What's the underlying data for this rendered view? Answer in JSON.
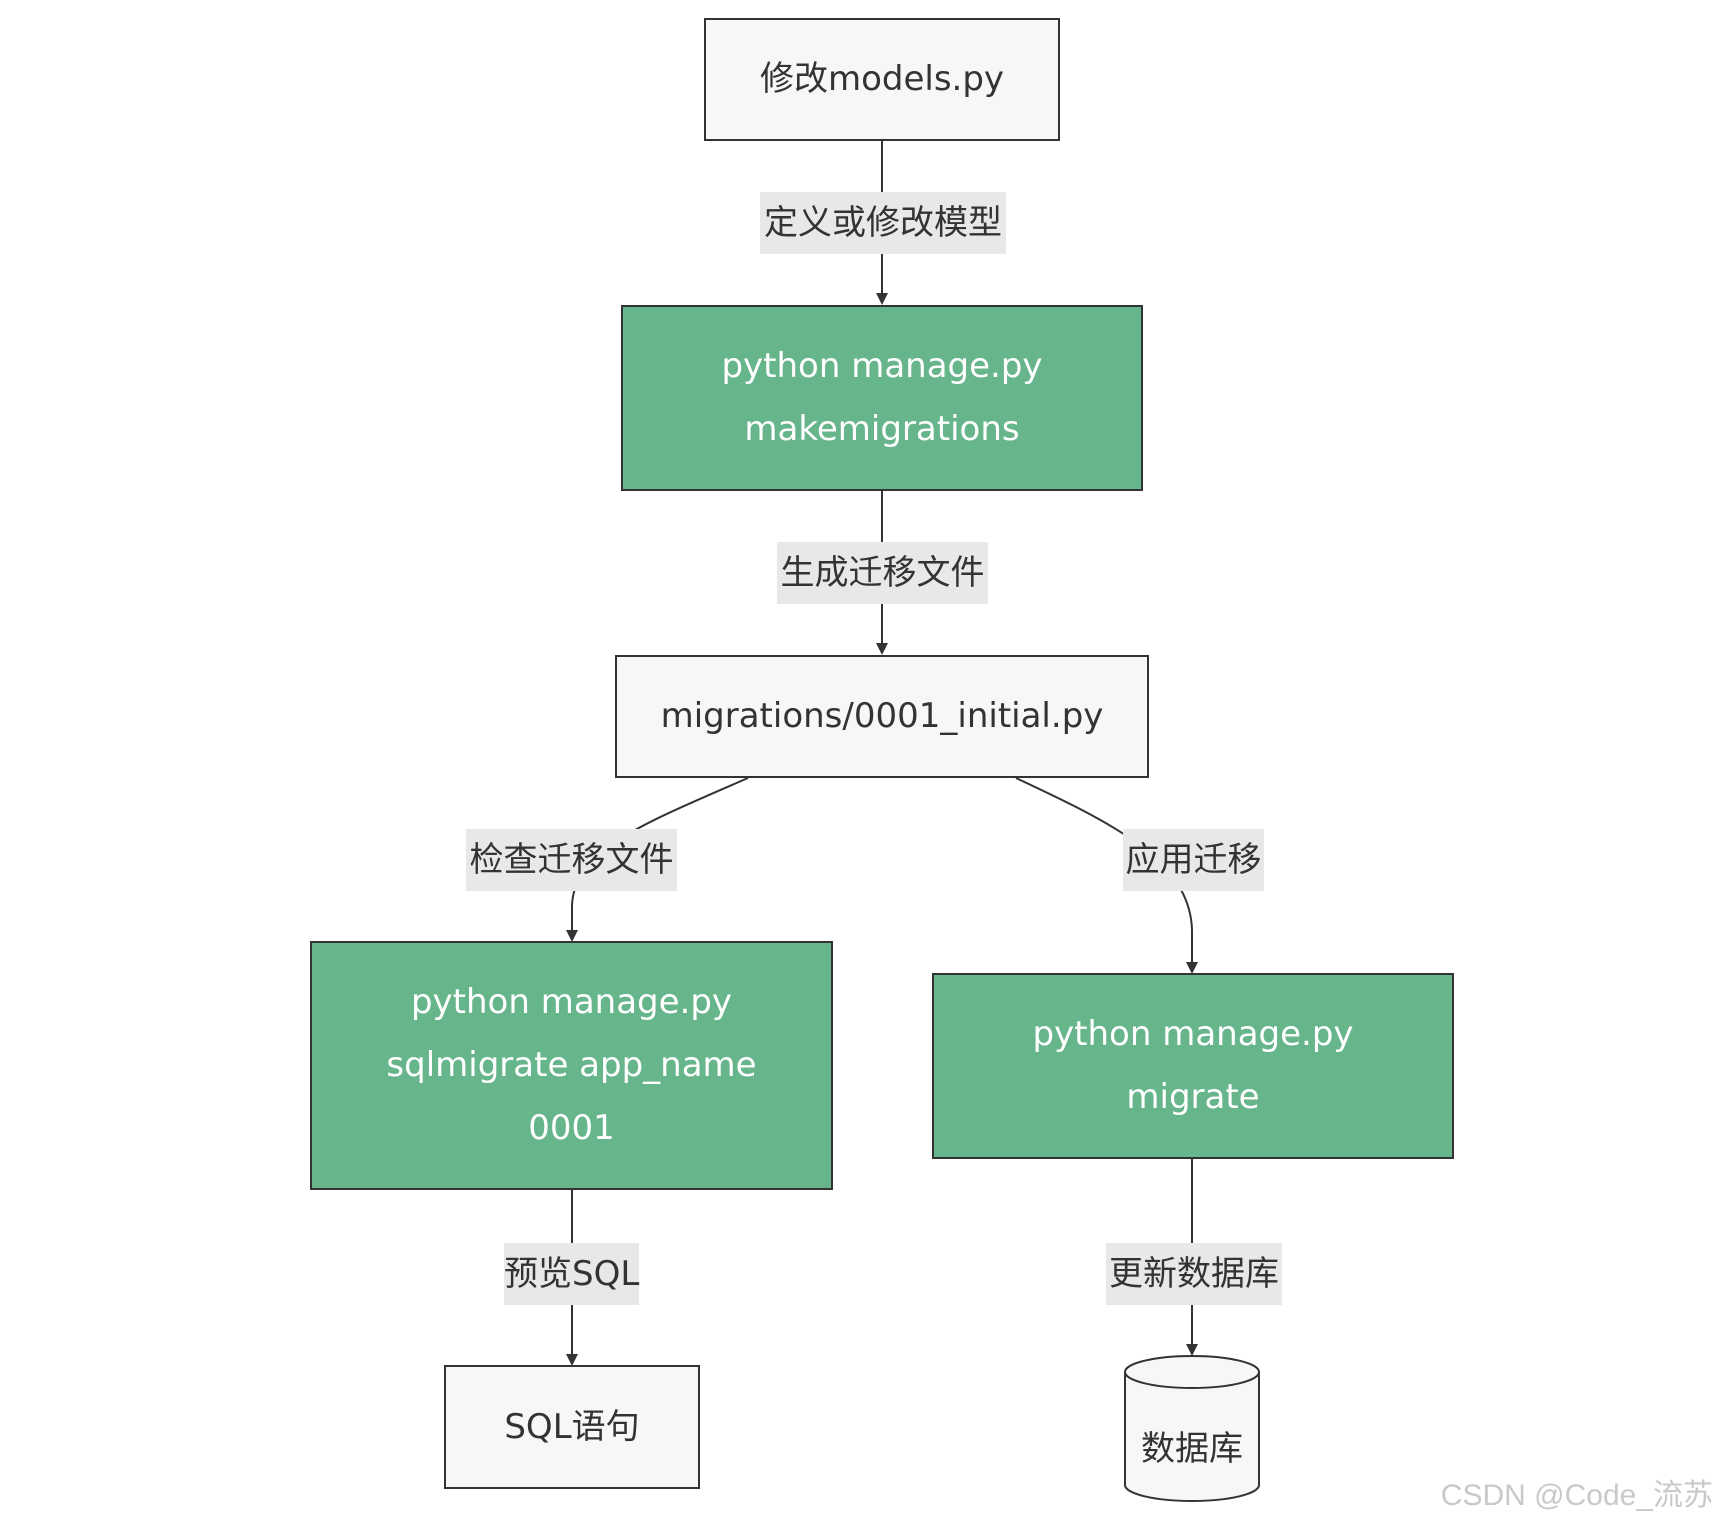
{
  "nodes": {
    "models": {
      "label": "修改models.py"
    },
    "makemigrations": {
      "lines": [
        "python manage.py",
        "makemigrations"
      ]
    },
    "migration_file": {
      "label": "migrations/0001_initial.py"
    },
    "sqlmigrate": {
      "lines": [
        "python manage.py",
        "sqlmigrate app_name",
        "0001"
      ]
    },
    "migrate": {
      "lines": [
        "python manage.py",
        "migrate"
      ]
    },
    "sql": {
      "label": "SQL语句"
    },
    "database": {
      "label": "数据库"
    }
  },
  "edges": {
    "define_model": "定义或修改模型",
    "generate_migration": "生成迁移文件",
    "check_migration": "检查迁移文件",
    "apply_migration": "应用迁移",
    "preview_sql": "预览SQL",
    "update_db": "更新数据库"
  },
  "colors": {
    "command_fill": "#66b58b",
    "artifact_fill": "#f7f7f7",
    "edge_label_bg": "#e8e8e8",
    "stroke": "#333333"
  },
  "watermark": "CSDN @Code_流苏"
}
